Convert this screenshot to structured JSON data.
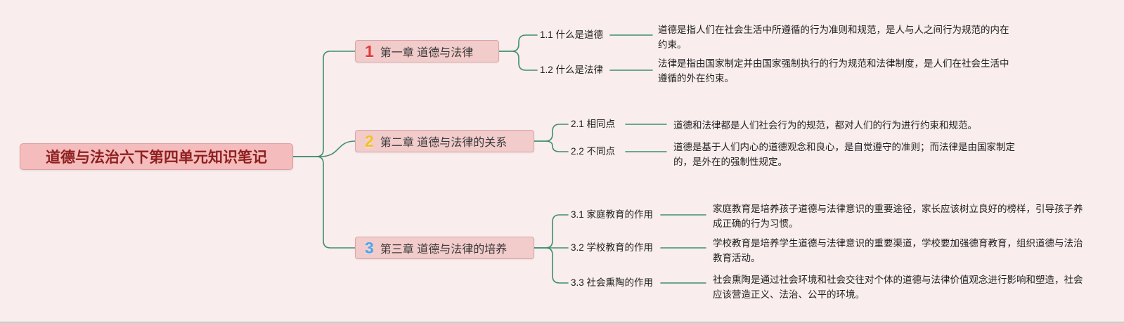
{
  "canvas": {
    "background_color": "#f9eded",
    "connector_color": "#3f8e71"
  },
  "root": {
    "label": "道德与法治六下第四单元知识笔记",
    "bg_color": "#f4bcbc",
    "text_color": "#8f1f1f"
  },
  "branches": [
    {
      "number": "1",
      "number_color": "#e23b3b",
      "label": "第一章 道德与法律",
      "children": [
        {
          "label": "1.1 什么是道德",
          "detail": "道德是指人们在社会生活中所遵循的行为准则和规范，是人与人之间行为规范的内在约束。"
        },
        {
          "label": "1.2 什么是法律",
          "detail": "法律是指由国家制定并由国家强制执行的行为规范和法律制度，是人们在社会生活中遵循的外在约束。"
        }
      ]
    },
    {
      "number": "2",
      "number_color": "#f0c31f",
      "label": "第二章 道德与法律的关系",
      "children": [
        {
          "label": "2.1 相同点",
          "detail": "道德和法律都是人们社会行为的规范，都对人们的行为进行约束和规范。"
        },
        {
          "label": "2.2 不同点",
          "detail": "道德是基于人们内心的道德观念和良心，是自觉遵守的准则；而法律是由国家制定的，是外在的强制性规定。"
        }
      ]
    },
    {
      "number": "3",
      "number_color": "#4ba4ea",
      "label": "第三章 道德与法律的培养",
      "children": [
        {
          "label": "3.1 家庭教育的作用",
          "detail": "家庭教育是培养孩子道德与法律意识的重要途径，家长应该树立良好的榜样，引导孩子养成正确的行为习惯。"
        },
        {
          "label": "3.2 学校教育的作用",
          "detail": "学校教育是培养学生道德与法律意识的重要渠道，学校要加强德育教育，组织道德与法治教育活动。"
        },
        {
          "label": "3.3 社会熏陶的作用",
          "detail": "社会熏陶是通过社会环境和社会交往对个体的道德与法律价值观念进行影响和塑造，社会应该营造正义、法治、公平的环境。"
        }
      ]
    }
  ]
}
